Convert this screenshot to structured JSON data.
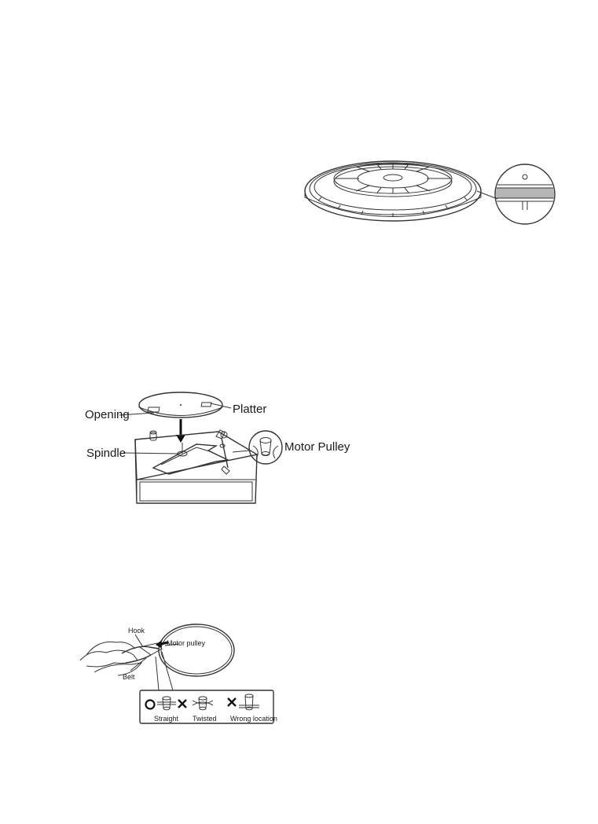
{
  "figure2": {
    "labels": {
      "opening": "Opening",
      "platter": "Platter",
      "spindle": "Spindle",
      "motor_pulley": "Motor Pulley"
    }
  },
  "figure3": {
    "labels": {
      "hook": "Hook",
      "motor_pulley": "Motor pulley",
      "belt": "Belt",
      "straight": "Straight",
      "twisted": "Twisted",
      "wrong_location": "Wrong location"
    },
    "marks": {
      "correct": "O",
      "incorrect": "✕"
    }
  }
}
